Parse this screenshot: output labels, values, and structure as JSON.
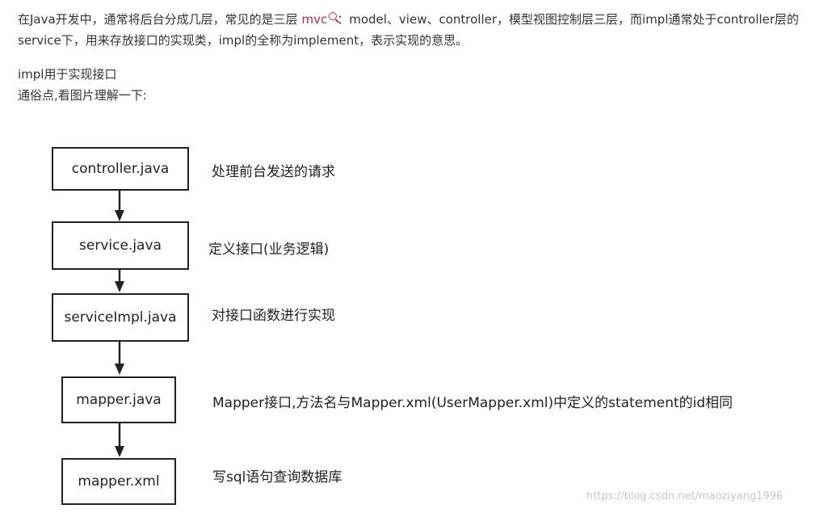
{
  "intro": {
    "before_link": "在Java开发中，通常将后台分成几层，常见的是三层 ",
    "link_text": "mvc",
    "after_link": "：model、view、controller，模型视图控制层三层，而impl通常处于controller层的service下，用来存放接口的实现类，impl的全称为implement，表示实现的意思。"
  },
  "line2": "impl用于实现接口",
  "line3": "通俗点,看图片理解一下:",
  "diagram": {
    "boxes": [
      {
        "label": "controller.java",
        "desc": "处理前台发送的请求"
      },
      {
        "label": "service.java",
        "desc": "定义接口(业务逻辑)"
      },
      {
        "label": "serviceImpl.java",
        "desc": "对接口函数进行实现"
      },
      {
        "label": "mapper.java",
        "desc": "Mapper接口,方法名与Mapper.xml(UserMapper.xml)中定义的statement的id相同"
      },
      {
        "label": "mapper.xml",
        "desc": "写sql语句查询数据库"
      }
    ],
    "watermark": "https://blog.csdn.net/maoziyang1996"
  }
}
